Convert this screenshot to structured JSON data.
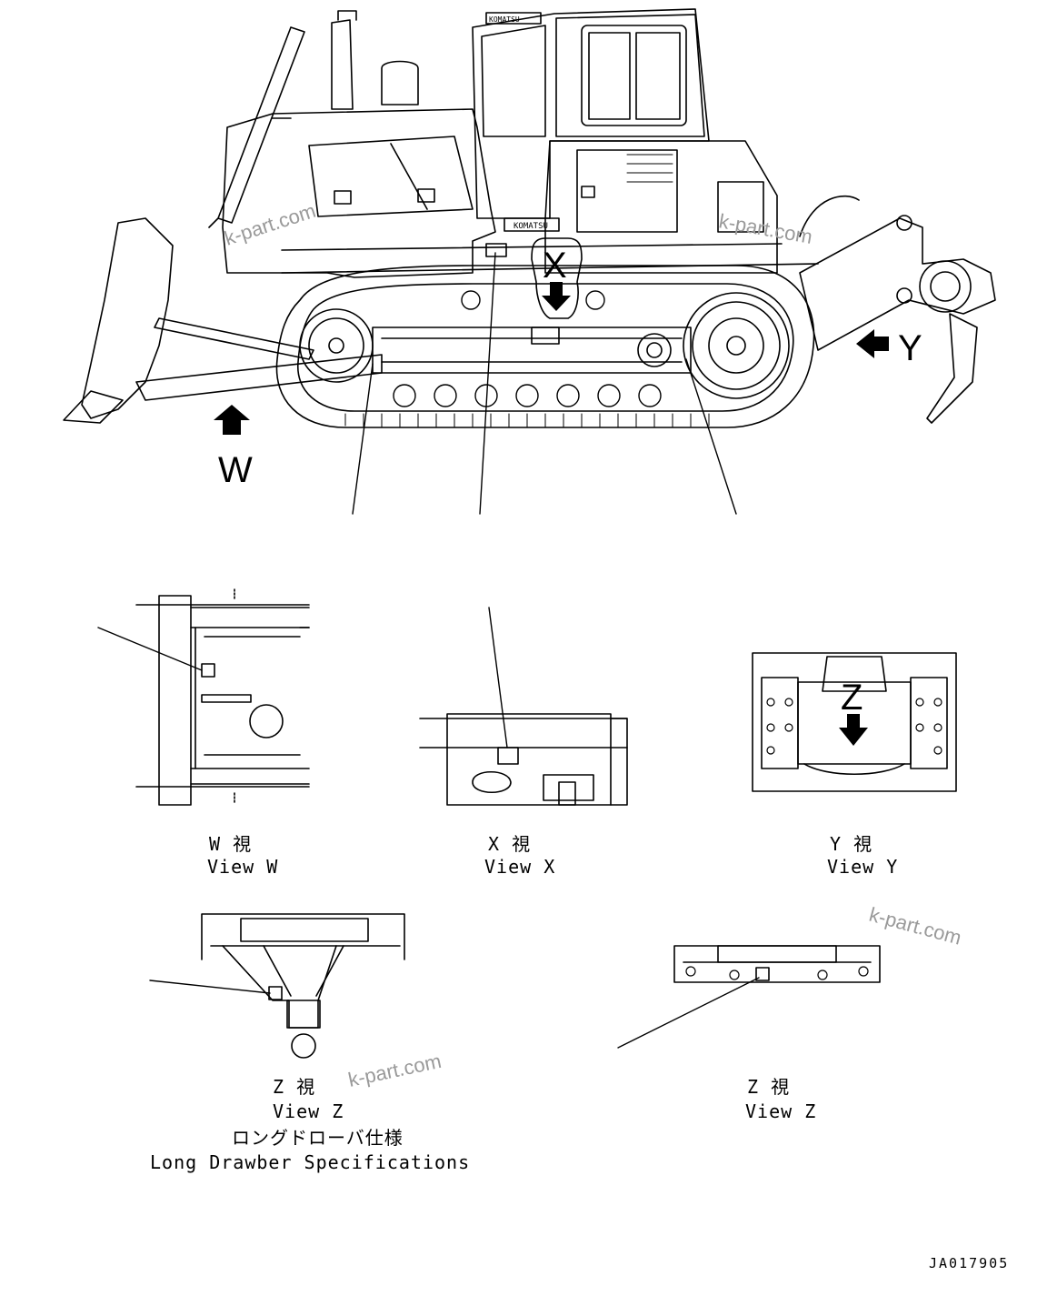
{
  "views": {
    "w": {
      "jp": "W 視",
      "en": "View W"
    },
    "x": {
      "jp": "X 視",
      "en": "View X"
    },
    "y": {
      "jp": "Y 視",
      "en": "View Y"
    },
    "z_long": {
      "jp": "Z 視",
      "en": "View Z",
      "note_jp": "ロングドローバ仕様",
      "note_en": "Long Drawber Specifications"
    },
    "z": {
      "jp": "Z 視",
      "en": "View Z"
    }
  },
  "arrow_letters": {
    "w": "W",
    "x": "X",
    "y": "Y",
    "z": "Z"
  },
  "brand": "KOMATSU",
  "watermark": "k-part.com",
  "drawing_code": "JA017905"
}
